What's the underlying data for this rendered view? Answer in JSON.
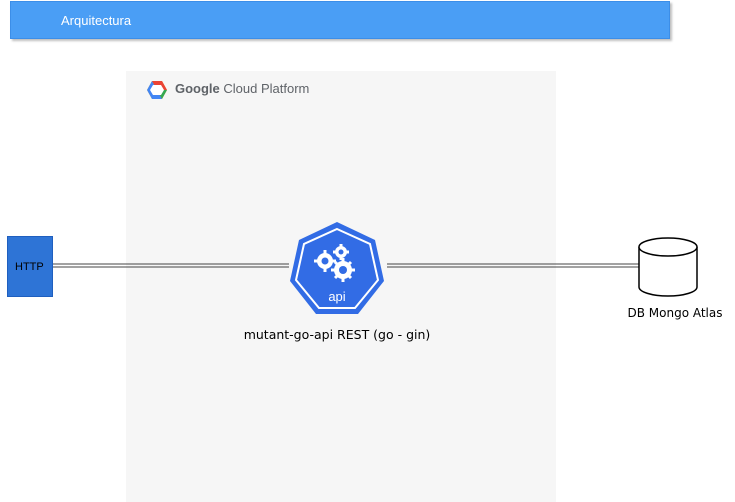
{
  "header": {
    "title": "Arquitectura"
  },
  "cloud": {
    "brand": "Google",
    "name": "Cloud Platform"
  },
  "nodes": {
    "client": {
      "label": "HTTP"
    },
    "api": {
      "icon_text": "api",
      "label": "mutant-go-api REST (go - gin)"
    },
    "database": {
      "label": "DB Mongo Atlas"
    }
  },
  "colors": {
    "header_bg": "#4a9ef5",
    "http_box": "#2e74d6",
    "api_blue": "#326ce5",
    "gcp_area": "#f6f6f6"
  },
  "icons": [
    "gcp-hexagon-icon",
    "kubernetes-api-icon",
    "gears-icon",
    "database-cylinder-icon"
  ]
}
